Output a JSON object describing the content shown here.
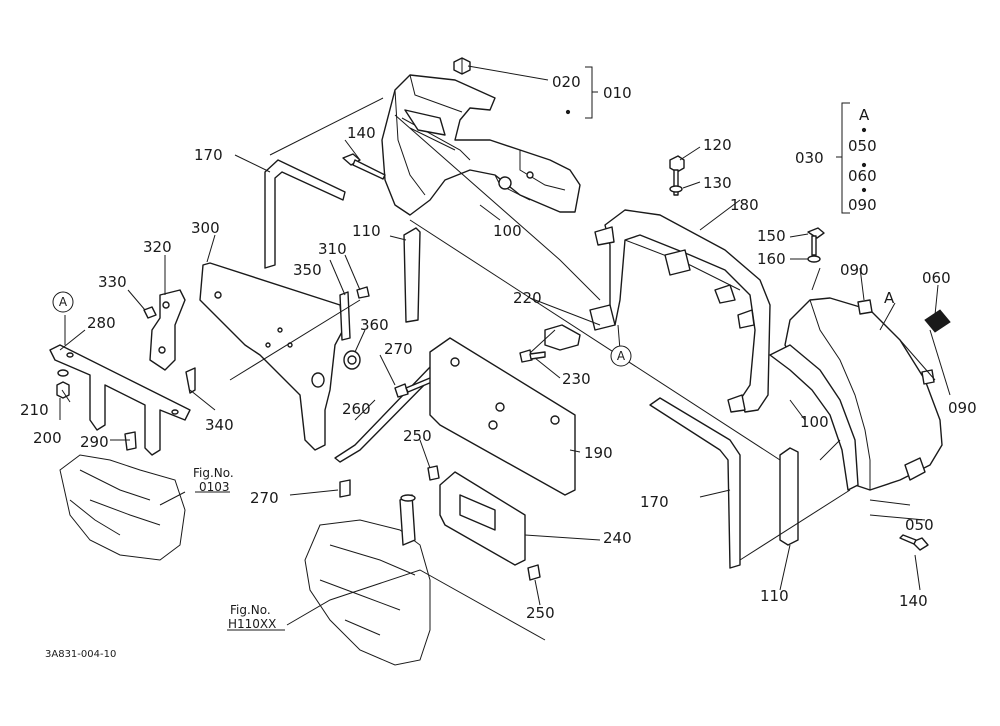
{
  "labels": {
    "p010": "010",
    "p020": "020",
    "p030": "030",
    "p050a": "050",
    "p060a": "060",
    "p090a": "090",
    "pA_top": "A",
    "p100a": "100",
    "p100b": "100",
    "p110a": "110",
    "p110b": "110",
    "p120": "120",
    "p130": "130",
    "p140a": "140",
    "p140b": "140",
    "p150": "150",
    "p160": "160",
    "p170a": "170",
    "p170b": "170",
    "p180": "180",
    "p190": "190",
    "p200": "200",
    "p210": "210",
    "p220": "220",
    "p230": "230",
    "p240": "240",
    "p250a": "250",
    "p250b": "250",
    "p260": "260",
    "p270a": "270",
    "p270b": "270",
    "p280": "280",
    "p290": "290",
    "p300": "300",
    "p310": "310",
    "p320": "320",
    "p330": "330",
    "p340": "340",
    "p350": "350",
    "p360": "360",
    "p050b": "050",
    "p060b": "060",
    "p090b": "090",
    "p090c": "090",
    "pA_cover": "A",
    "circleA1": "A",
    "circleA2": "A",
    "fig1_title": "Fig.No.",
    "fig1_num": "0103",
    "fig2_title": "Fig.No.",
    "fig2_num": "H110XX",
    "drawing_id": "3A831-004-10"
  }
}
